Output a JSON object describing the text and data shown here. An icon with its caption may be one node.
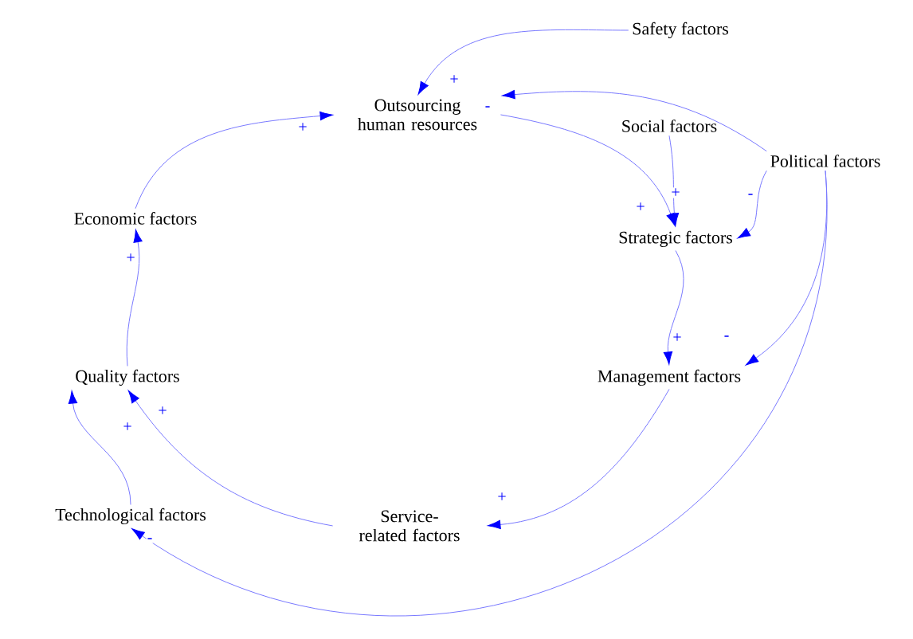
{
  "diagram": {
    "nodes": [
      {
        "text": [
          "Safety factors"
        ]
      },
      {
        "text": [
          "Outsourcing human resources"
        ]
      },
      {
        "text": [
          "Social factors"
        ]
      },
      {
        "text": [
          "Political factors"
        ]
      },
      {
        "text": [
          "Economic factors"
        ]
      },
      {
        "text": [
          "Strategic factors"
        ]
      },
      {
        "text": [
          "Quality factors"
        ]
      },
      {
        "text": [
          "Management factors"
        ]
      },
      {
        "text": [
          "Technological factors"
        ]
      },
      {
        "text": [
          "Service-related factors"
        ]
      }
    ],
    "edges": [
      {
        "from": 0,
        "to": 1,
        "arrow": "to",
        "label": "+"
      },
      {
        "from": 3,
        "to": 1,
        "arrow": "to",
        "label": "-"
      },
      {
        "from": 1,
        "to": 5,
        "arrow": "to",
        "label": "+"
      },
      {
        "from": 2,
        "to": 5,
        "arrow": "to",
        "label": "+"
      },
      {
        "from": 3,
        "to": 5,
        "arrow": "to",
        "label": "-"
      },
      {
        "from": 5,
        "to": 7,
        "arrow": "to",
        "label": "+"
      },
      {
        "from": 3,
        "to": 7,
        "arrow": "to",
        "label": "-"
      },
      {
        "from": 3,
        "to": 8,
        "arrow": "to",
        "label": "-"
      },
      {
        "from": 7,
        "to": 9,
        "arrow": "to",
        "label": "+"
      },
      {
        "from": 9,
        "to": 6,
        "arrow": "to",
        "label": "+"
      },
      {
        "from": 8,
        "to": 6,
        "arrow": "to",
        "label": "+"
      },
      {
        "from": 6,
        "to": 4,
        "arrow": "to",
        "label": "+"
      },
      {
        "from": 4,
        "to": 1,
        "arrow": "to",
        "label": "+"
      }
    ]
  }
}
